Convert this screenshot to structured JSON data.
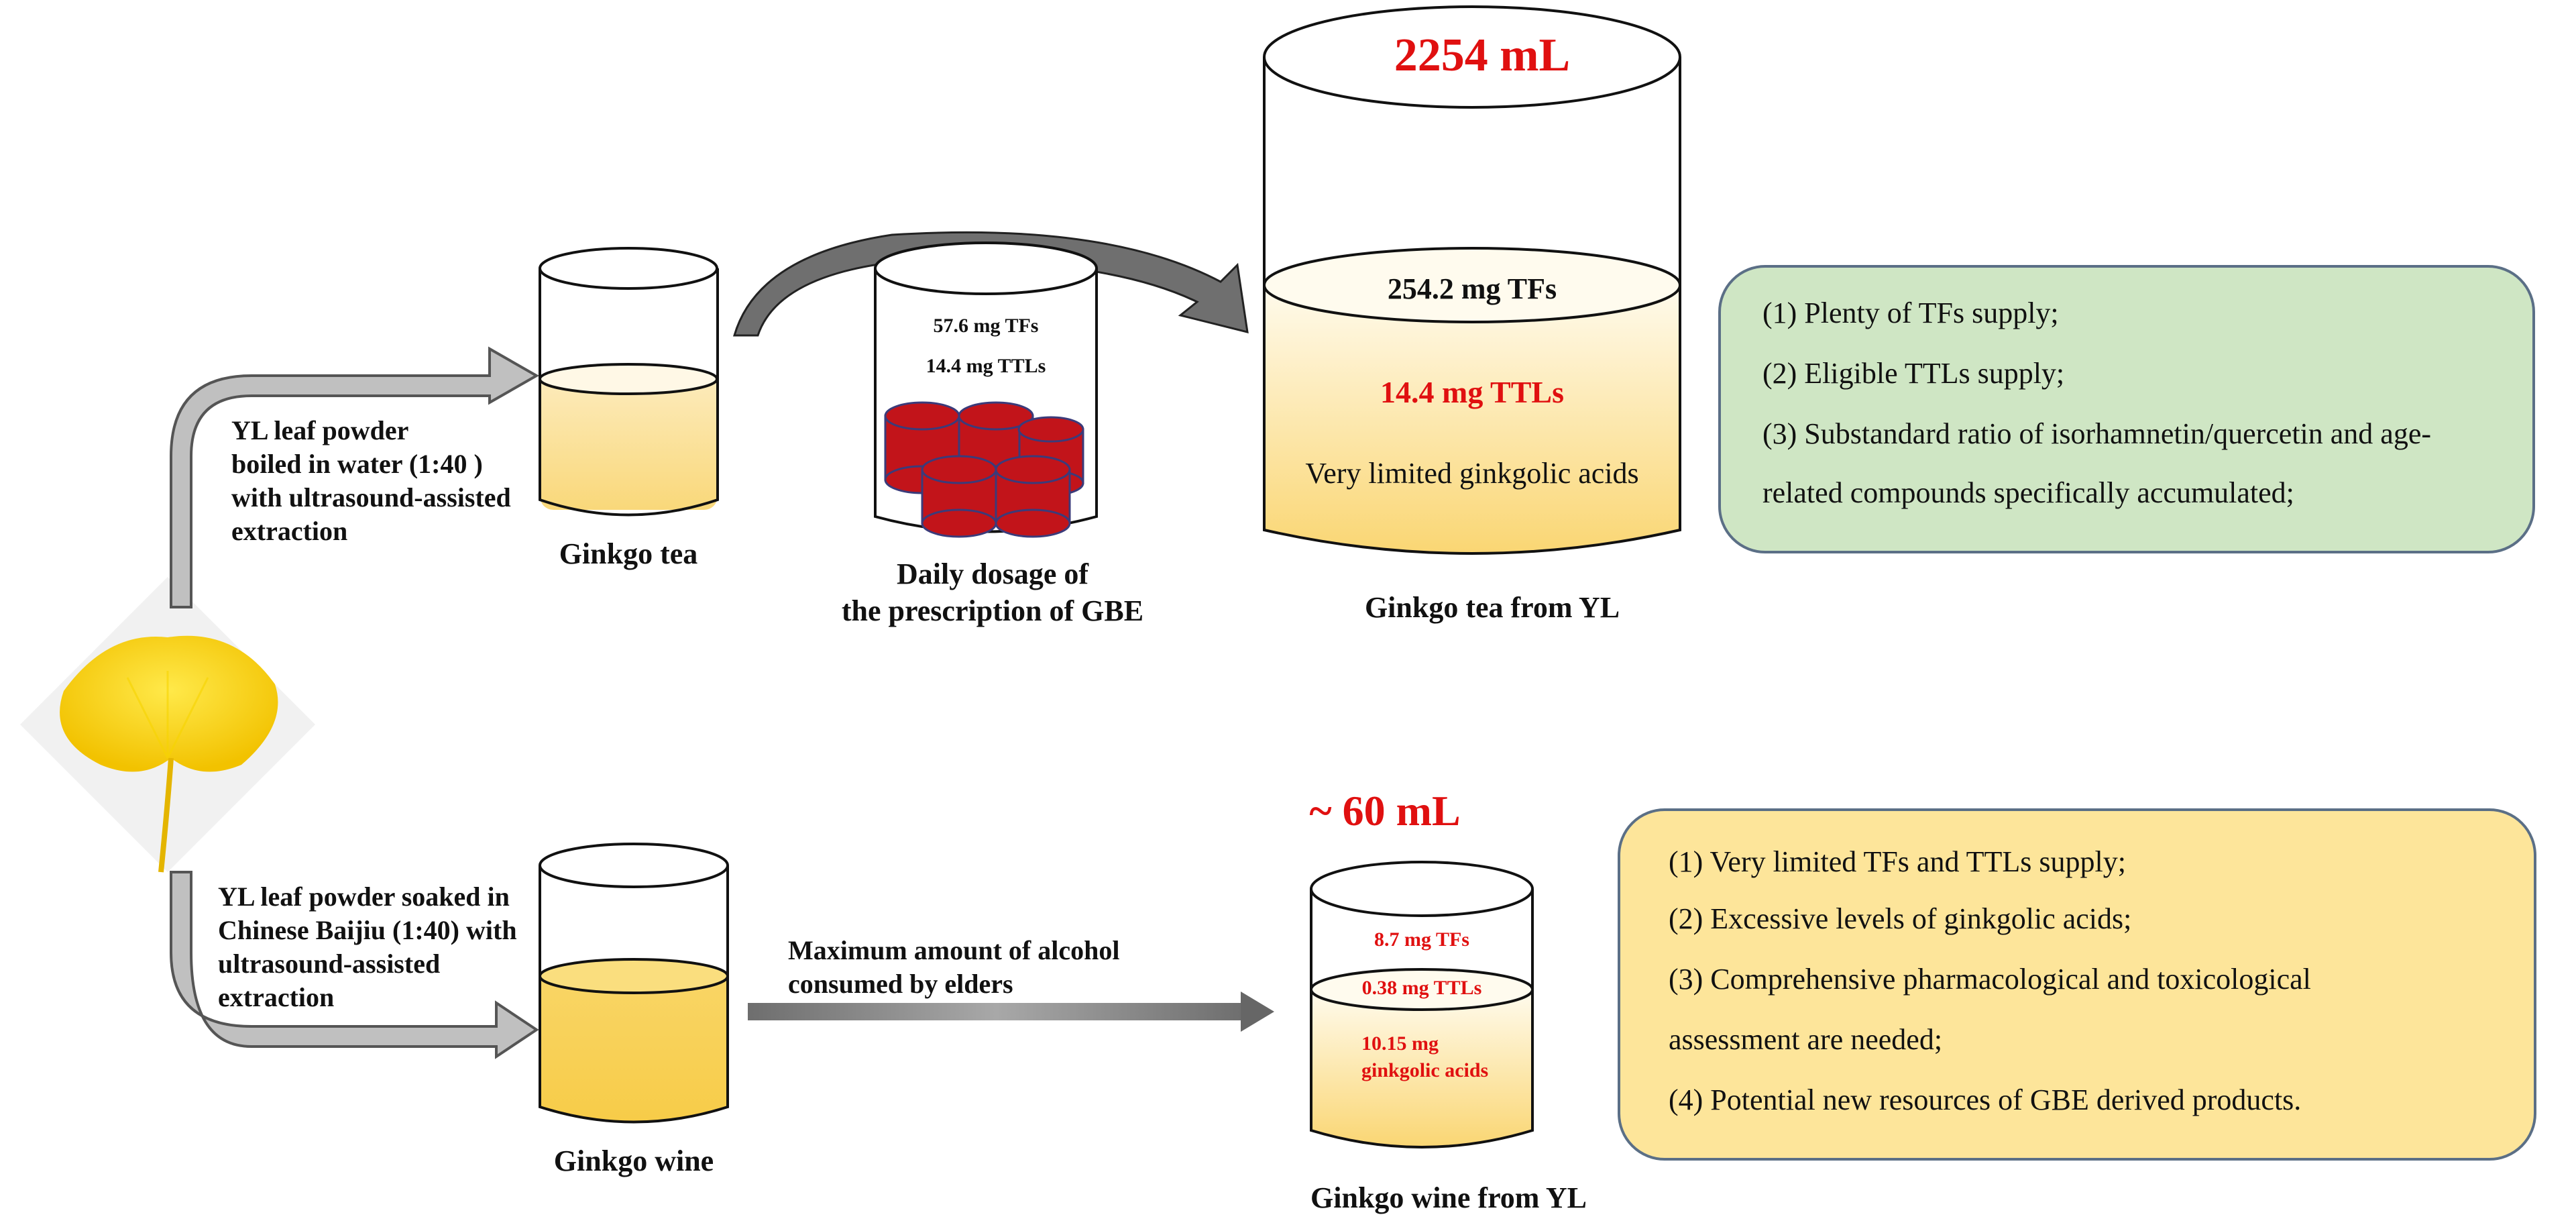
{
  "colors": {
    "tea_liquid": "#fbe6a0",
    "wine_liquid": "#f9d565",
    "capsule": "#c2141a",
    "green_box": "#cfe6c4",
    "yellow_box": "#fde59a",
    "accent_red": "#e01010",
    "arrow_gray": "#8c8c8c"
  },
  "top_path": {
    "method": [
      "YL leaf powder",
      "boiled in water (1:40 )",
      "with  ultrasound-assisted",
      " extraction"
    ],
    "beaker_caption": "Ginkgo tea",
    "gbe": {
      "tfs": "57.6 mg TFs",
      "ttls": "14.4 mg TTLs",
      "caption_line1": "Daily dosage of",
      "caption_line2": "the prescription of GBE"
    },
    "big_cylinder": {
      "volume": "2254 mL",
      "tfs": "254.2 mg TFs",
      "ttls": "14.4 mg TTLs",
      "acids": "Very limited ginkgolic acids",
      "caption": "Ginkgo tea from YL"
    },
    "box_items": [
      "(1)  Plenty of TFs supply;",
      "(2)  Eligible TTLs supply;",
      "(3)  Substandard ratio of isorhamnetin/quercetin and age-",
      "related compounds specifically accumulated;"
    ]
  },
  "bottom_path": {
    "method": [
      "YL leaf powder soaked  in",
      "Chinese Baijiu (1:40) with",
      "ultrasound-assisted",
      " extraction"
    ],
    "beaker_caption": "Ginkgo wine",
    "arrow_label": [
      "Maximum amount of alcohol",
      "consumed by elders"
    ],
    "small_cylinder": {
      "volume": "~ 60 mL",
      "tfs": "8.7 mg TFs",
      "ttls": "0.38 mg TTLs",
      "acids_line1": "10.15 mg",
      "acids_line2": "ginkgolic acids",
      "caption": "Ginkgo wine  from YL"
    },
    "box_items": [
      "(1)  Very  limited TFs and TTLs supply;",
      "(2)  Excessive levels of ginkgolic acids;",
      "(3)   Comprehensive pharmacological and toxicological",
      "assessment are needed;",
      " (4)  Potential new resources of GBE  derived  products."
    ]
  }
}
